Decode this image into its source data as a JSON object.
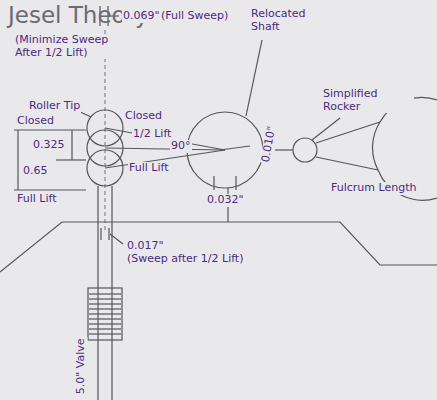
{
  "diagram": {
    "title": "Jesel Theory",
    "labels": [
      "(Minimize Sweep After 1/2 Lift)",
      "Roller Tip",
      "0.069\"",
      "(Full Sweep)",
      "Closed",
      "1/2 Lift",
      "90°",
      "Full Lift",
      "Closed",
      "0.325",
      "0.65",
      "Full Lift",
      "0.017\"",
      "(Sweep after 1/2 Lift)",
      "Relocated Shaft",
      "0.010\"",
      "0.032\"",
      "Simplified Rocker",
      "Fulcrum Length",
      "5.0\" Valve"
    ]
  }
}
